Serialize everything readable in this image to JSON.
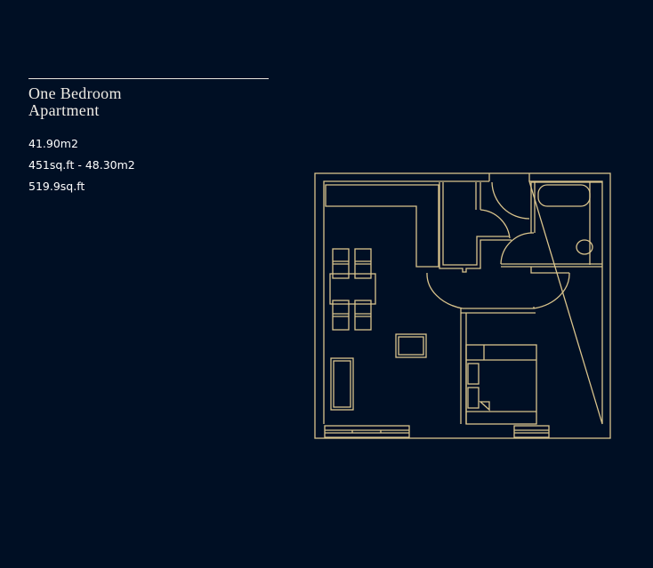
{
  "title": {
    "line1": "One Bedroom",
    "line2": "Apartment"
  },
  "stats": [
    "41.90m2",
    "451sq.ft - 48.30m2",
    "519.9sq.ft"
  ],
  "colors": {
    "background": "#000f24",
    "plan_line": "#d9c48c",
    "text": "#ffffff"
  }
}
